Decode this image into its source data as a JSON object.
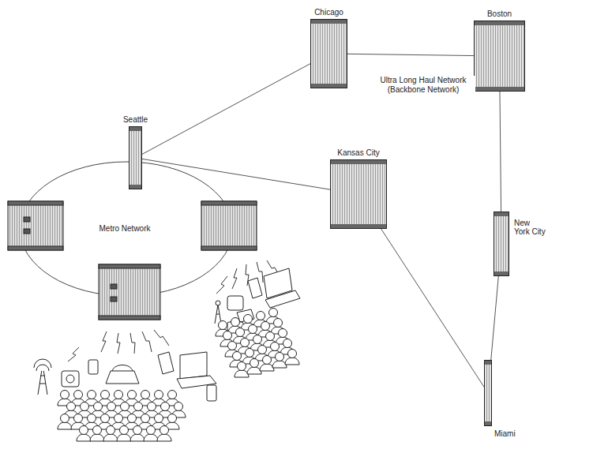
{
  "diagram": {
    "nodes": [
      {
        "text": [
          "Chicago"
        ]
      },
      {
        "text": [
          "Boston"
        ]
      },
      {
        "text": [
          "Seattle"
        ]
      },
      {
        "text": [
          "Kansas City"
        ]
      },
      {
        "text": [
          "New York City"
        ]
      },
      {
        "text": [
          "Miami"
        ]
      }
    ],
    "edges": [
      {
        "from": 0,
        "to": 1,
        "arrow": "none"
      },
      {
        "from": 2,
        "to": 0,
        "arrow": "none"
      },
      {
        "from": 2,
        "to": 3,
        "arrow": "none"
      },
      {
        "from": 3,
        "to": 5,
        "arrow": "none"
      },
      {
        "from": 1,
        "to": 4,
        "arrow": "none"
      },
      {
        "from": 4,
        "to": 5,
        "arrow": "none"
      }
    ],
    "labels": [
      "Ultra Long Haul Network (Backbone Network)",
      "Metro Network"
    ]
  }
}
